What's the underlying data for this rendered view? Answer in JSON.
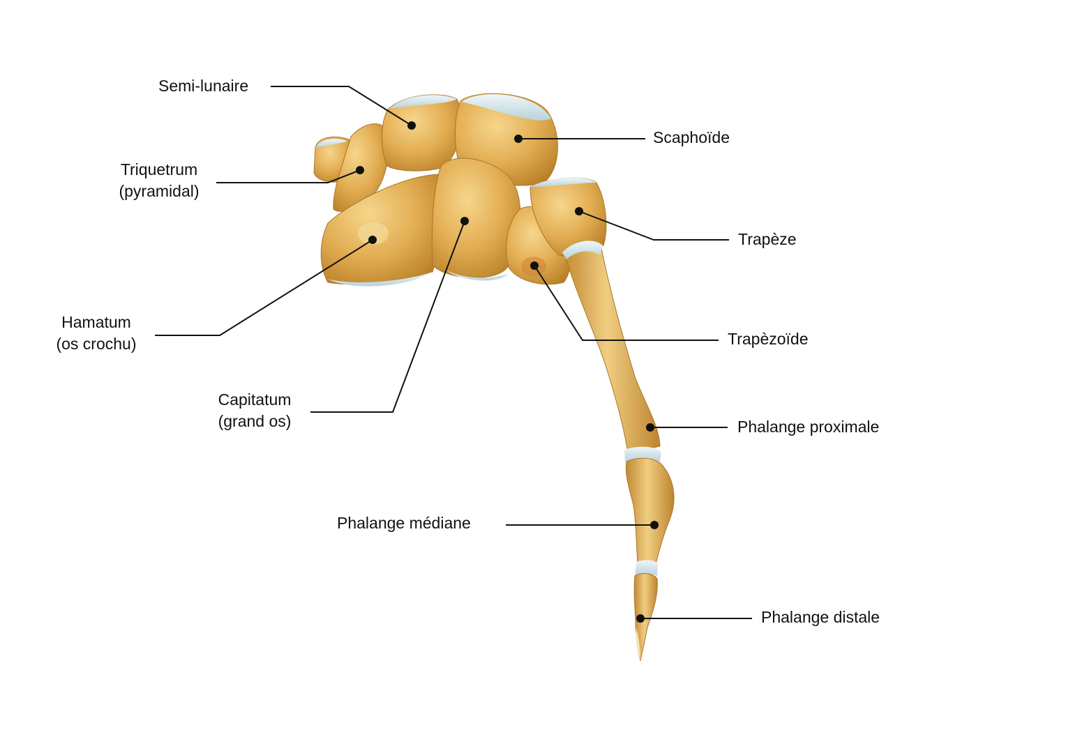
{
  "labels": {
    "semi_lunaire": "Semi-lunaire",
    "scaphoide": "Scaphoïde",
    "triquetrum": [
      "Triquetrum",
      "(pyramidal)"
    ],
    "trapeze": "Trapèze",
    "hamatum": [
      "Hamatum",
      "(os crochu)"
    ],
    "trapezoide": "Trapèzoïde",
    "capitatum": [
      "Capitatum",
      "(grand os)"
    ],
    "phalange_proximale": "Phalange proximale",
    "phalange_mediane": "Phalange médiane",
    "phalange_distale": "Phalange distale"
  },
  "colors": {
    "bone": "#e8b45a",
    "bone_shadow": "#b98028",
    "cartilage": "#c9e0e6",
    "leader_line": "#111111"
  }
}
